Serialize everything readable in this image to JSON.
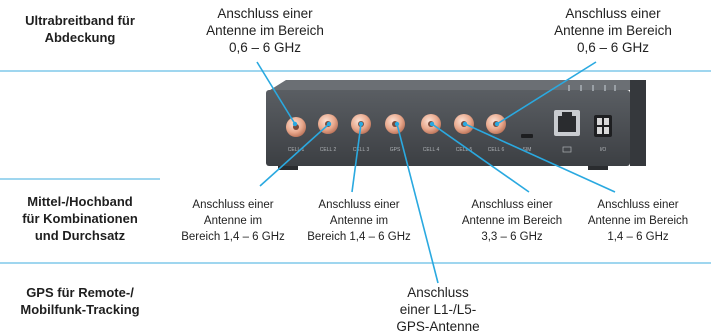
{
  "sections": [
    {
      "label_lines": [
        "Ultrabreitband für",
        "Abdeckung"
      ]
    },
    {
      "label_lines": [
        "Mittel-/Hochband",
        "für Kombinationen",
        "und Durchsatz"
      ]
    },
    {
      "label_lines": [
        "GPS für Remote-/",
        "Mobilfunk-Tracking"
      ]
    }
  ],
  "callouts": {
    "top_left": [
      "Anschluss einer",
      "Antenne im Bereich",
      "0,6 – 6 GHz"
    ],
    "top_right": [
      "Anschluss einer",
      "Antenne im Bereich",
      "0,6 – 6 GHz"
    ],
    "mid_1": [
      "Anschluss einer",
      "Antenne im",
      "Bereich 1,4 – 6 GHz"
    ],
    "mid_2": [
      "Anschluss einer",
      "Antenne im",
      "Bereich 1,4 – 6 GHz"
    ],
    "mid_3": [
      "Anschluss einer",
      "Antenne im Bereich",
      "3,3 – 6 GHz"
    ],
    "mid_4": [
      "Anschluss einer",
      "Antenne im Bereich",
      "1,4 – 6 GHz"
    ],
    "gps": [
      "Anschluss",
      "einer L1-/L5-",
      "GPS-Antenne"
    ]
  },
  "port_labels": [
    "CELL 1",
    "CELL 2",
    "CELL 3",
    "GPS",
    "CELL 4",
    "CELL 5",
    "CELL 6",
    "SIM"
  ],
  "io_labels": [
    "",
    "I/O"
  ],
  "colors": {
    "accent": "#2aa9e0",
    "divider": "#9fd6ef",
    "device_body": "#4a4d52",
    "connector": "#e8a68a"
  }
}
